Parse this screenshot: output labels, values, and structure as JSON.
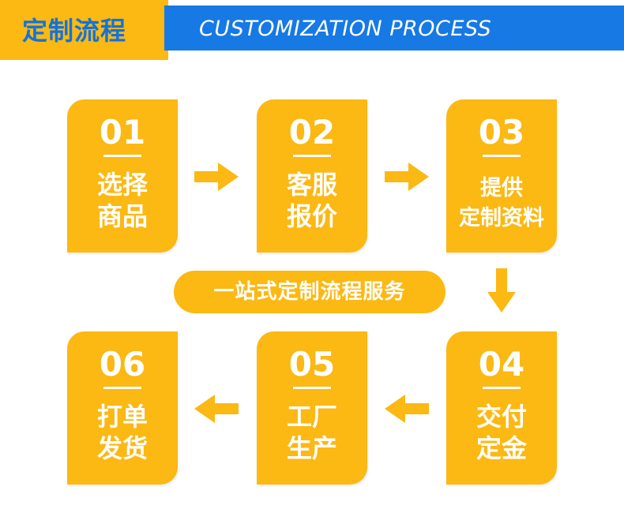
{
  "header": {
    "title": "定制流程",
    "subtitle": "CUSTOMIZATION PROCESS"
  },
  "steps": [
    {
      "number": "01",
      "line1": "选择",
      "line2": "商品"
    },
    {
      "number": "02",
      "line1": "客服",
      "line2": "报价"
    },
    {
      "number": "03",
      "line1": "提供",
      "line2": "定制资料"
    },
    {
      "number": "04",
      "line1": "交付",
      "line2": "定金"
    },
    {
      "number": "05",
      "line1": "工厂",
      "line2": "生产"
    },
    {
      "number": "06",
      "line1": "打单",
      "line2": "发货"
    }
  ],
  "center_banner": "一站式定制流程服务",
  "colors": {
    "yellow": "#fcb813",
    "blue": "#1679e4",
    "title_blue": "#1173dd"
  }
}
